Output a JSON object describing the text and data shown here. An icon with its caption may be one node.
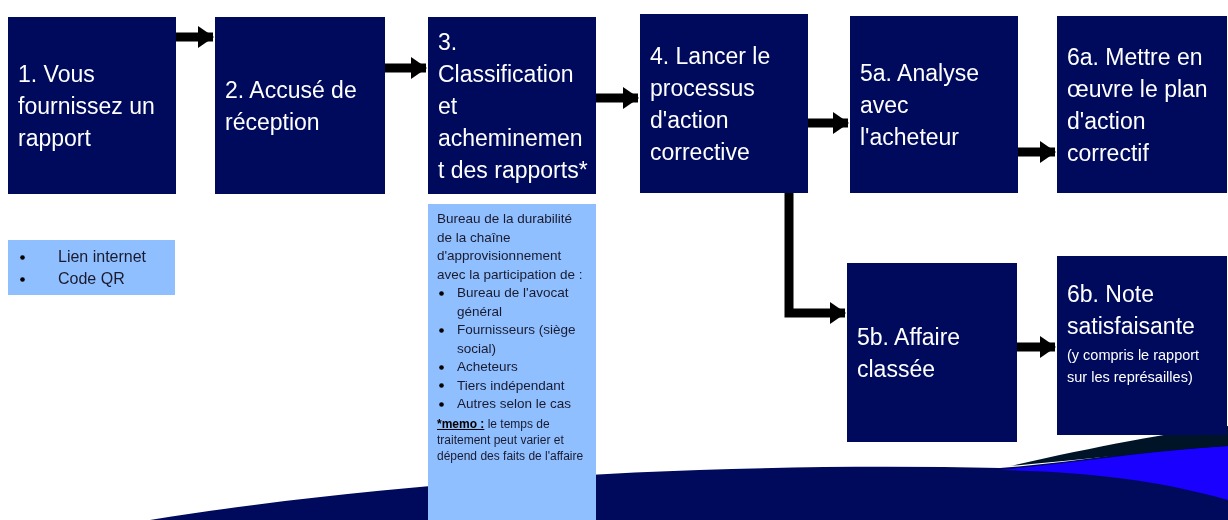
{
  "diagram": {
    "nodes": [
      {
        "text": [
          "1. Vous fournissez un rapport"
        ]
      },
      {
        "text": [
          "2. Accusé de réception"
        ]
      },
      {
        "text": [
          "3. Classification et acheminement des rapports*"
        ]
      },
      {
        "text": [
          "4. Lancer le processus d'action corrective"
        ]
      },
      {
        "text": [
          "5a. Analyse avec l'acheteur"
        ]
      },
      {
        "text": [
          "6a. Mettre en œuvre le plan d'action correctif"
        ]
      },
      {
        "text": [
          "5b. Affaire classée"
        ]
      },
      {
        "text": [
          "6b. Note satisfaisante",
          "(y compris le rapport sur les représailles)"
        ]
      },
      {
        "text": [
          "Lien internet",
          "Code QR"
        ]
      },
      {
        "text": [
          "Bureau de la durabilité de la chaîne d'approvisionnement avec la participation de :",
          "Bureau de l'avocat général",
          "Fournisseurs (siège social)",
          "Acheteurs",
          "Tiers indépendant",
          "Autres selon le cas",
          "*memo :",
          "le temps de traitement peut varier et dépend des faits de l'affaire"
        ]
      }
    ],
    "edges": [
      {
        "from": 0,
        "to": 1,
        "arrow": "to"
      },
      {
        "from": 1,
        "to": 2,
        "arrow": "to"
      },
      {
        "from": 2,
        "to": 3,
        "arrow": "to"
      },
      {
        "from": 3,
        "to": 4,
        "arrow": "to"
      },
      {
        "from": 4,
        "to": 5,
        "arrow": "to"
      },
      {
        "from": 3,
        "to": 6,
        "arrow": "to"
      },
      {
        "from": 6,
        "to": 7,
        "arrow": "to"
      }
    ]
  }
}
